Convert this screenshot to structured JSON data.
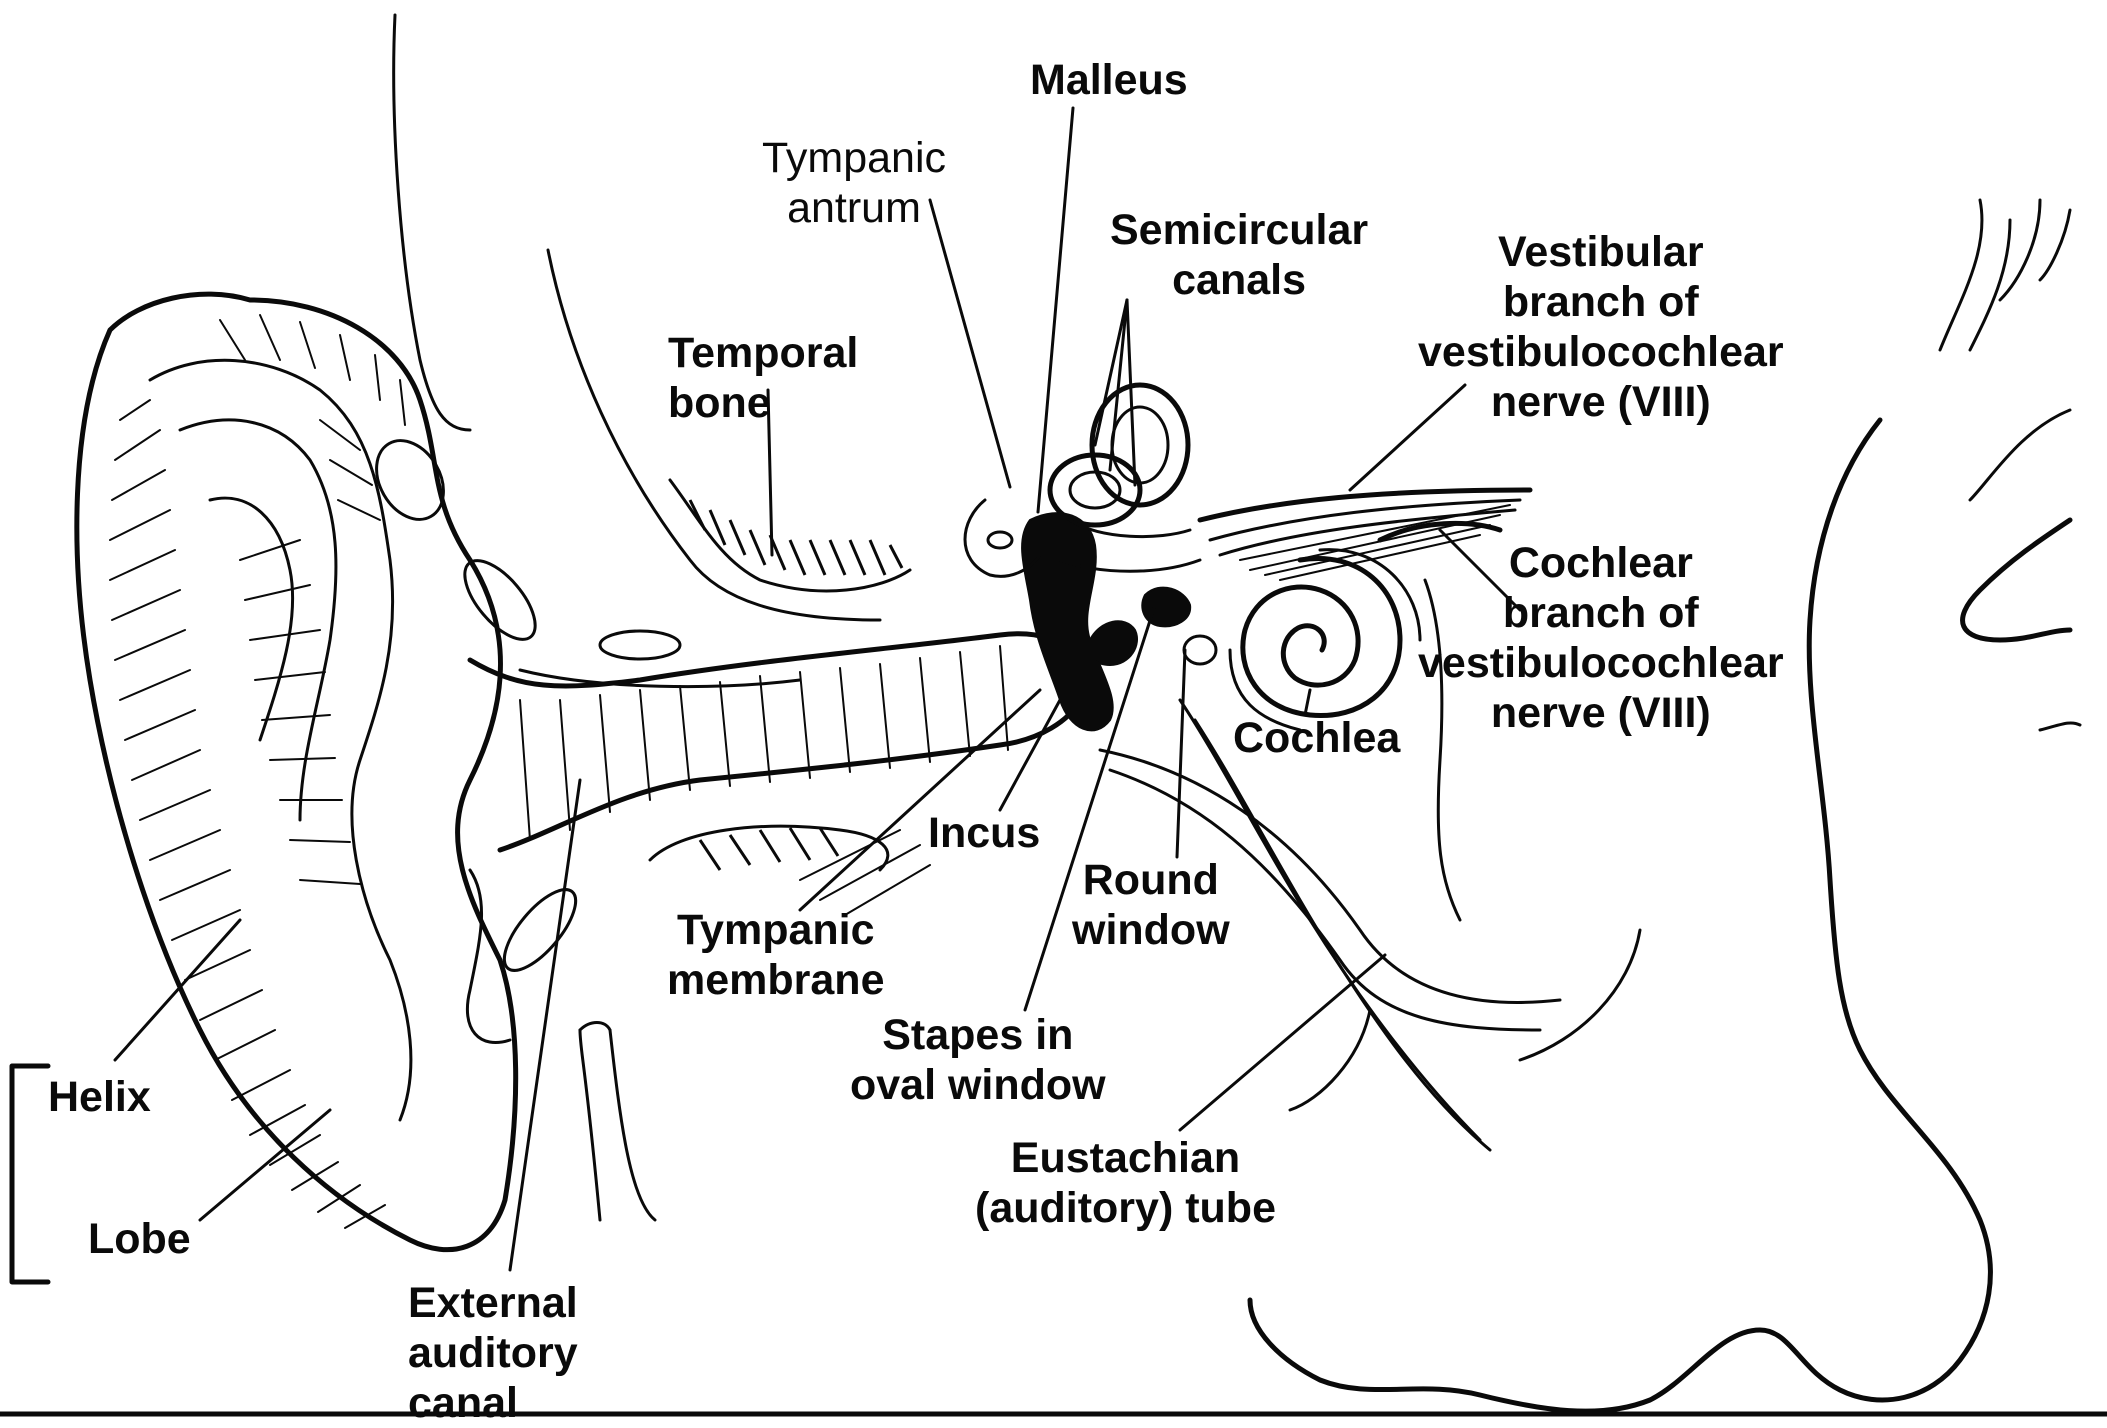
{
  "labels": {
    "malleus": "Malleus",
    "tympanic_antrum": "Tympanic\nantrum",
    "semicircular_canals": "Semicircular\ncanals",
    "vestibular_branch": "Vestibular\nbranch of\nvestibulocochlear\nnerve (VIII)",
    "temporal_bone": "Temporal\nbone",
    "cochlear_branch": "Cochlear\nbranch of\nvestibulocochlear\nnerve (VIII)",
    "cochlea": "Cochlea",
    "incus": "Incus",
    "round_window": "Round\nwindow",
    "tympanic_membrane": "Tympanic\nmembrane",
    "stapes": "Stapes in\noval window",
    "helix": "Helix",
    "lobe": "Lobe",
    "eustachian_tube": "Eustachian\n(auditory) tube",
    "external_canal": "External\nauditory\ncanal"
  }
}
